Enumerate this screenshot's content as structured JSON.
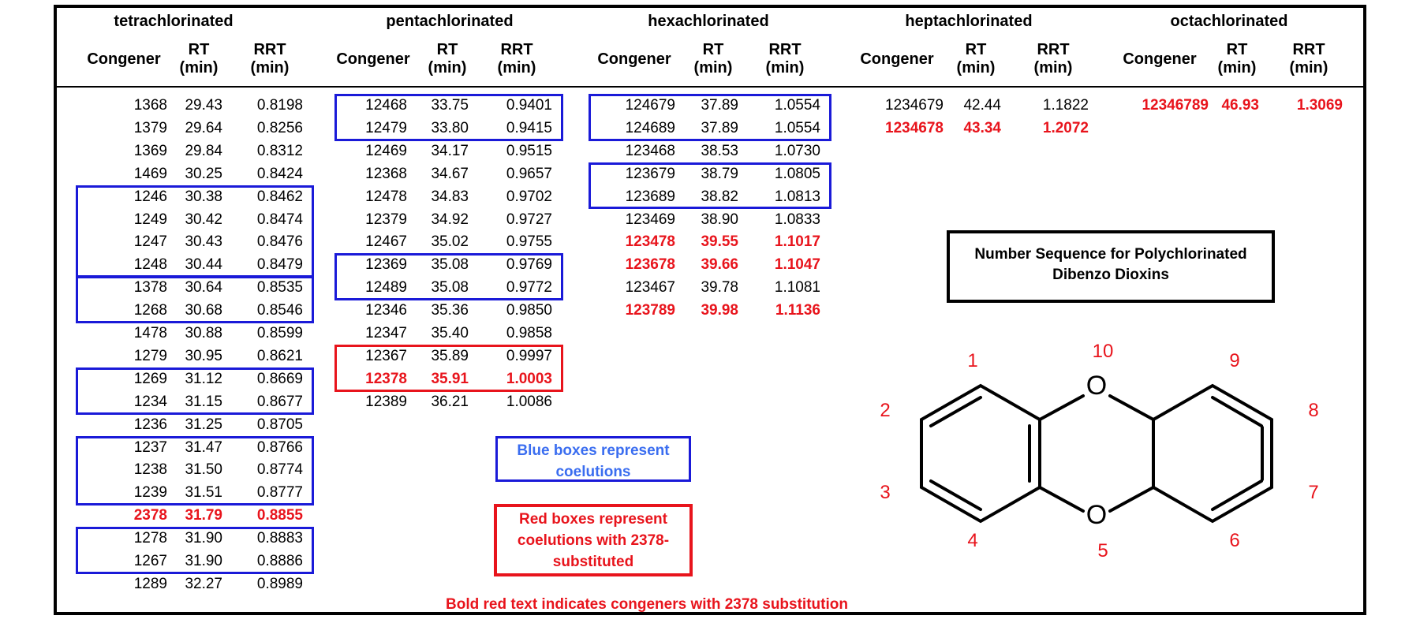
{
  "groups": [
    {
      "title": "tetrachlorinated",
      "headers": [
        "Congener",
        "RT\n(min)",
        "RRT\n(min)"
      ],
      "rows": [
        {
          "congener": "1368",
          "rt": "29.43",
          "rrt": "0.8198",
          "red": false
        },
        {
          "congener": "1379",
          "rt": "29.64",
          "rrt": "0.8256",
          "red": false
        },
        {
          "congener": "1369",
          "rt": "29.84",
          "rrt": "0.8312",
          "red": false
        },
        {
          "congener": "1469",
          "rt": "30.25",
          "rrt": "0.8424",
          "red": false
        },
        {
          "congener": "1246",
          "rt": "30.38",
          "rrt": "0.8462",
          "red": false
        },
        {
          "congener": "1249",
          "rt": "30.42",
          "rrt": "0.8474",
          "red": false
        },
        {
          "congener": "1247",
          "rt": "30.43",
          "rrt": "0.8476",
          "red": false
        },
        {
          "congener": "1248",
          "rt": "30.44",
          "rrt": "0.8479",
          "red": false
        },
        {
          "congener": "1378",
          "rt": "30.64",
          "rrt": "0.8535",
          "red": false
        },
        {
          "congener": "1268",
          "rt": "30.68",
          "rrt": "0.8546",
          "red": false
        },
        {
          "congener": "1478",
          "rt": "30.88",
          "rrt": "0.8599",
          "red": false
        },
        {
          "congener": "1279",
          "rt": "30.95",
          "rrt": "0.8621",
          "red": false
        },
        {
          "congener": "1269",
          "rt": "31.12",
          "rrt": "0.8669",
          "red": false
        },
        {
          "congener": "1234",
          "rt": "31.15",
          "rrt": "0.8677",
          "red": false
        },
        {
          "congener": "1236",
          "rt": "31.25",
          "rrt": "0.8705",
          "red": false
        },
        {
          "congener": "1237",
          "rt": "31.47",
          "rrt": "0.8766",
          "red": false
        },
        {
          "congener": "1238",
          "rt": "31.50",
          "rrt": "0.8774",
          "red": false
        },
        {
          "congener": "1239",
          "rt": "31.51",
          "rrt": "0.8777",
          "red": false
        },
        {
          "congener": "2378",
          "rt": "31.79",
          "rrt": "0.8855",
          "red": true
        },
        {
          "congener": "1278",
          "rt": "31.90",
          "rrt": "0.8883",
          "red": false
        },
        {
          "congener": "1267",
          "rt": "31.90",
          "rrt": "0.8886",
          "red": false
        },
        {
          "congener": "1289",
          "rt": "32.27",
          "rrt": "0.8989",
          "red": false
        }
      ]
    },
    {
      "title": "pentachlorinated",
      "headers": [
        "Congener",
        "RT\n(min)",
        "RRT\n(min)"
      ],
      "rows": [
        {
          "congener": "12468",
          "rt": "33.75",
          "rrt": "0.9401",
          "red": false
        },
        {
          "congener": "12479",
          "rt": "33.80",
          "rrt": "0.9415",
          "red": false
        },
        {
          "congener": "12469",
          "rt": "34.17",
          "rrt": "0.9515",
          "red": false
        },
        {
          "congener": "12368",
          "rt": "34.67",
          "rrt": "0.9657",
          "red": false
        },
        {
          "congener": "12478",
          "rt": "34.83",
          "rrt": "0.9702",
          "red": false
        },
        {
          "congener": "12379",
          "rt": "34.92",
          "rrt": "0.9727",
          "red": false
        },
        {
          "congener": "12467",
          "rt": "35.02",
          "rrt": "0.9755",
          "red": false
        },
        {
          "congener": "12369",
          "rt": "35.08",
          "rrt": "0.9769",
          "red": false
        },
        {
          "congener": "12489",
          "rt": "35.08",
          "rrt": "0.9772",
          "red": false
        },
        {
          "congener": "12346",
          "rt": "35.36",
          "rrt": "0.9850",
          "red": false
        },
        {
          "congener": "12347",
          "rt": "35.40",
          "rrt": "0.9858",
          "red": false
        },
        {
          "congener": "12367",
          "rt": "35.89",
          "rrt": "0.9997",
          "red": false
        },
        {
          "congener": "12378",
          "rt": "35.91",
          "rrt": "1.0003",
          "red": true
        },
        {
          "congener": "12389",
          "rt": "36.21",
          "rrt": "1.0086",
          "red": false
        }
      ]
    },
    {
      "title": "hexachlorinated",
      "headers": [
        "Congener",
        "RT\n(min)",
        "RRT\n(min)"
      ],
      "rows": [
        {
          "congener": "124679",
          "rt": "37.89",
          "rrt": "1.0554",
          "red": false
        },
        {
          "congener": "124689",
          "rt": "37.89",
          "rrt": "1.0554",
          "red": false
        },
        {
          "congener": "123468",
          "rt": "38.53",
          "rrt": "1.0730",
          "red": false
        },
        {
          "congener": "123679",
          "rt": "38.79",
          "rrt": "1.0805",
          "red": false
        },
        {
          "congener": "123689",
          "rt": "38.82",
          "rrt": "1.0813",
          "red": false
        },
        {
          "congener": "123469",
          "rt": "38.90",
          "rrt": "1.0833",
          "red": false
        },
        {
          "congener": "123478",
          "rt": "39.55",
          "rrt": "1.1017",
          "red": true
        },
        {
          "congener": "123678",
          "rt": "39.66",
          "rrt": "1.1047",
          "red": true
        },
        {
          "congener": "123467",
          "rt": "39.78",
          "rrt": "1.1081",
          "red": false
        },
        {
          "congener": "123789",
          "rt": "39.98",
          "rrt": "1.1136",
          "red": true
        }
      ]
    },
    {
      "title": "heptachlorinated",
      "headers": [
        "Congener",
        "RT\n(min)",
        "RRT\n(min)"
      ],
      "rows": [
        {
          "congener": "1234679",
          "rt": "42.44",
          "rrt": "1.1822",
          "red": false
        },
        {
          "congener": "1234678",
          "rt": "43.34",
          "rrt": "1.2072",
          "red": true
        }
      ]
    },
    {
      "title": "octachlorinated",
      "headers": [
        "Congener",
        "RT\n(min)",
        "RRT\n(min)"
      ],
      "rows": [
        {
          "congener": "12346789",
          "rt": "46.93",
          "rrt": "1.3069",
          "red": true
        }
      ]
    }
  ],
  "coelution_boxes": [
    {
      "group": 0,
      "from": 4,
      "to": 7,
      "color": "blue"
    },
    {
      "group": 0,
      "from": 8,
      "to": 9,
      "color": "blue"
    },
    {
      "group": 0,
      "from": 12,
      "to": 13,
      "color": "blue"
    },
    {
      "group": 0,
      "from": 15,
      "to": 17,
      "color": "blue"
    },
    {
      "group": 0,
      "from": 19,
      "to": 20,
      "color": "blue"
    },
    {
      "group": 1,
      "from": 0,
      "to": 1,
      "color": "blue"
    },
    {
      "group": 1,
      "from": 7,
      "to": 8,
      "color": "blue"
    },
    {
      "group": 1,
      "from": 11,
      "to": 12,
      "color": "red"
    },
    {
      "group": 2,
      "from": 0,
      "to": 1,
      "color": "blue"
    },
    {
      "group": 2,
      "from": 3,
      "to": 4,
      "color": "blue"
    }
  ],
  "legend": {
    "blue_note": "Blue boxes represent coelutions",
    "red_note": "Red boxes represent coelutions with 2378-substituted",
    "footnote": "Bold red text indicates congeners with 2378 substitution"
  },
  "structure": {
    "title": "Number Sequence for Polychlorinated Dibenzo Dioxins",
    "oxygen_label": "O",
    "position_labels": [
      "1",
      "2",
      "3",
      "4",
      "5",
      "6",
      "7",
      "8",
      "9",
      "10"
    ]
  },
  "colors": {
    "red": "#e8141c",
    "blue_border": "#1a1ad8",
    "blue_text": "#3a6df0",
    "black": "#000000"
  }
}
